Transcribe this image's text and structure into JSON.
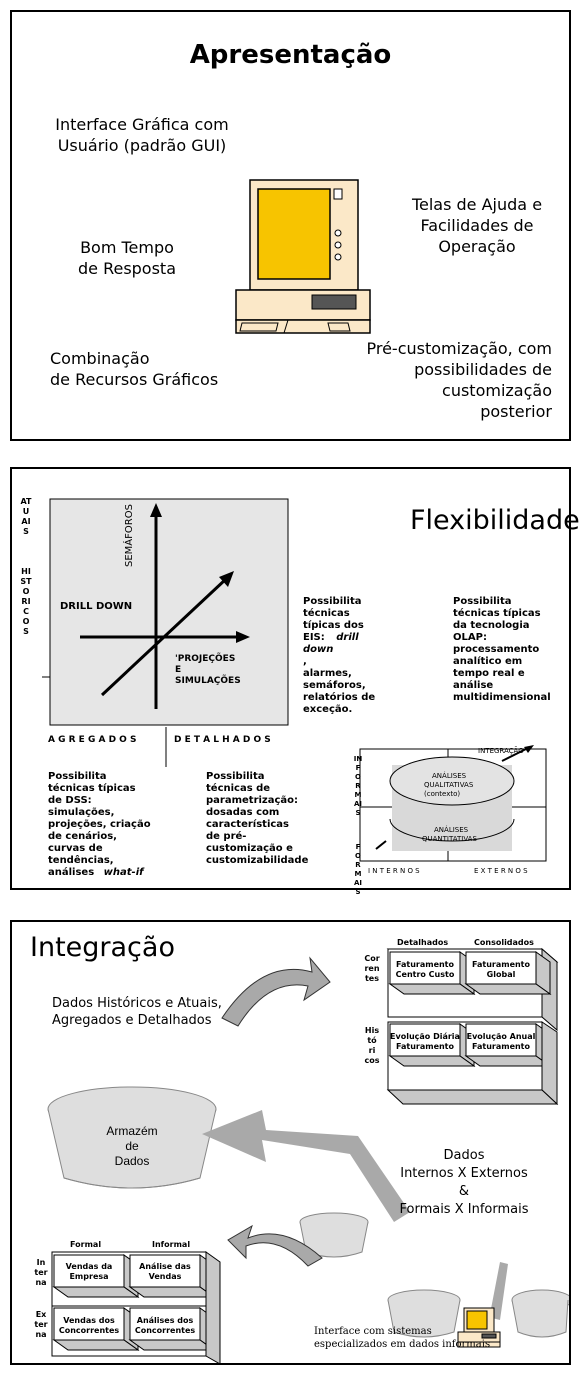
{
  "slide1": {
    "title": "Apresentação",
    "gui_line1": "Interface Gráfica com",
    "gui_line2": "Usuário (padrão GUI)",
    "help_line1": "Telas de Ajuda e",
    "help_line2": "Facilidades de",
    "help_line3": "Operação",
    "resp_line1": "Bom Tempo",
    "resp_line2": "de Resposta",
    "comb_line1": "Combinação",
    "comb_line2": "de Recursos Gráficos",
    "pre_line1": "Pré-customização, com",
    "pre_line2": "possibilidades de",
    "pre_line3": "customização",
    "pre_line4": "posterior"
  },
  "slide2": {
    "title": "Flexibilidade",
    "vert_left_top": "ATUAIS",
    "vert_left_bottom": "HISTORICOS",
    "semaforos": "SEMÁFOROS",
    "drill_down": "DRILL DOWN",
    "projecoes_l1": "'PROJEÇÕES",
    "projecoes_l2": "E",
    "projecoes_l3": "SIMULAÇÕES",
    "agregados": "A G R E G A D O S",
    "detalhados": "D E T A L H A D O S",
    "eis_lines": [
      "Possibilita",
      "técnicas",
      "típicas dos",
      "EIS:",
      "drill",
      "down",
      ",",
      "alarmes,",
      "semáforos,",
      "relatórios de",
      "exceção."
    ],
    "olap_lines": [
      "Possibilita",
      "técnicas típicas",
      "da tecnologia",
      "OLAP:",
      "processamento",
      "analítico em",
      "tempo real e",
      "análise",
      "multidimensional"
    ],
    "dss_lines": [
      "Possibilita",
      "técnicas típicas",
      "de DSS:",
      "simulações,",
      "projeções, criação",
      "de cenários,",
      "curvas de",
      "tendências,",
      "análises",
      "what-if"
    ],
    "param_lines": [
      "Possibilita",
      "técnicas de",
      "parametrização:",
      "dosadas com",
      "características",
      "de pré-",
      "customização e",
      "customizabilidade"
    ],
    "informais": "INFORMAIS",
    "formais": "FORMAIS",
    "integracao_small": "INTEGRAÇÃO",
    "qual_l1": "ANÁLISES",
    "qual_l2": "QUALITATIVAS",
    "qual_l3": "(contexto)",
    "quant_l1": "ANÁLISES",
    "quant_l2": "QUANTITATIVAS",
    "internos": "I N T E R N O S",
    "externos": "E X T E R N O S"
  },
  "slide3": {
    "title": "Integração",
    "hist_line1": "Dados Históricos e Atuais,",
    "hist_line2": "Agregados e Detalhados",
    "armazem_l1": "Armazém",
    "armazem_l2": "de",
    "armazem_l3": "Dados",
    "top_col1": "Detalhados",
    "top_col2": "Consolidados",
    "top_row1": [
      "Cor",
      "ren",
      "tes"
    ],
    "top_row2": [
      "His",
      "tó",
      "ri",
      "cos"
    ],
    "box_fcc_l1": "Faturamento",
    "box_fcc_l2": "Centro Custo",
    "box_fg_l1": "Faturamento",
    "box_fg_l2": "Global",
    "box_edf_l1": "Evolução Diária",
    "box_edf_l2": "Faturamento",
    "box_eaf_l1": "Evolução Anual",
    "box_eaf_l2": "Faturamento",
    "dados_l1": "Dados",
    "dados_l2": "Internos X Externos",
    "dados_l3": "&",
    "dados_l4": "Formais X Informais",
    "bot_col1": "Formal",
    "bot_col2": "Informal",
    "bot_row1": [
      "In",
      "ter",
      "na"
    ],
    "bot_row2": [
      "Ex",
      "ter",
      "na"
    ],
    "box_ve_l1": "Vendas da",
    "box_ve_l2": "Empresa",
    "box_av_l1": "Análise das",
    "box_av_l2": "Vendas",
    "box_vc_l1": "Vendas dos",
    "box_vc_l2": "Concorrentes",
    "box_ac_l1": "Análises dos",
    "box_ac_l2": "Concorrentes",
    "iface_l1": "Interface com sistemas",
    "iface_l2": "especializados em dados informais"
  },
  "colors": {
    "screen": "#f7c400",
    "case": "#fbe8c8",
    "bigarrow": "#a9a9a9",
    "boxgray": "#c8c8c8"
  }
}
